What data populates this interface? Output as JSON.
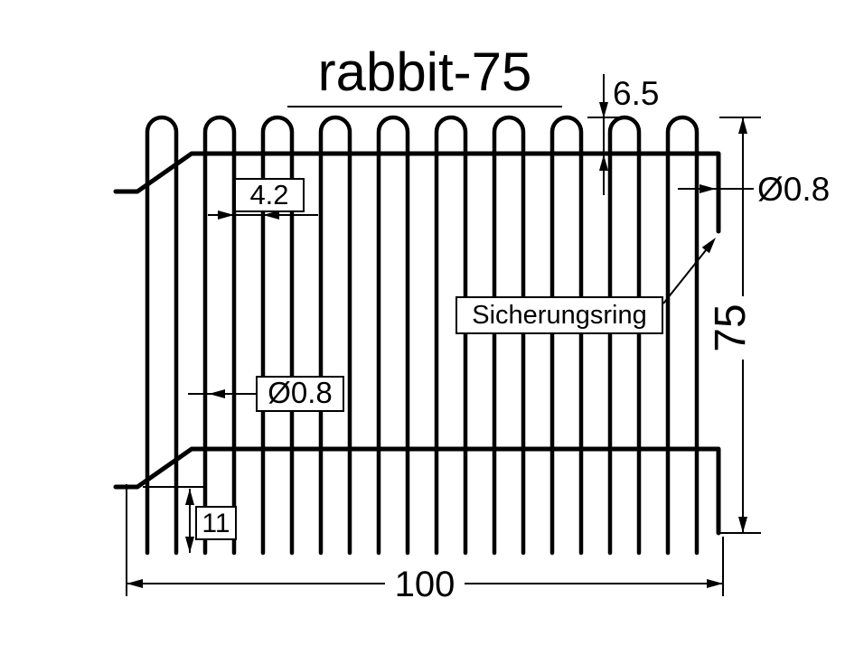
{
  "drawing": {
    "title": "rabbit-75",
    "labels": {
      "loop_height": "6.5",
      "bar_spacing": "4.2",
      "wire_diameter_left": "Ø0.8",
      "wire_diameter_right": "Ø0.8",
      "retaining_ring": "Sicherungsring",
      "panel_height": "75",
      "panel_width": "100",
      "bottom_overhang": "11"
    },
    "colors": {
      "line": "#000000",
      "background": "#ffffff"
    }
  }
}
